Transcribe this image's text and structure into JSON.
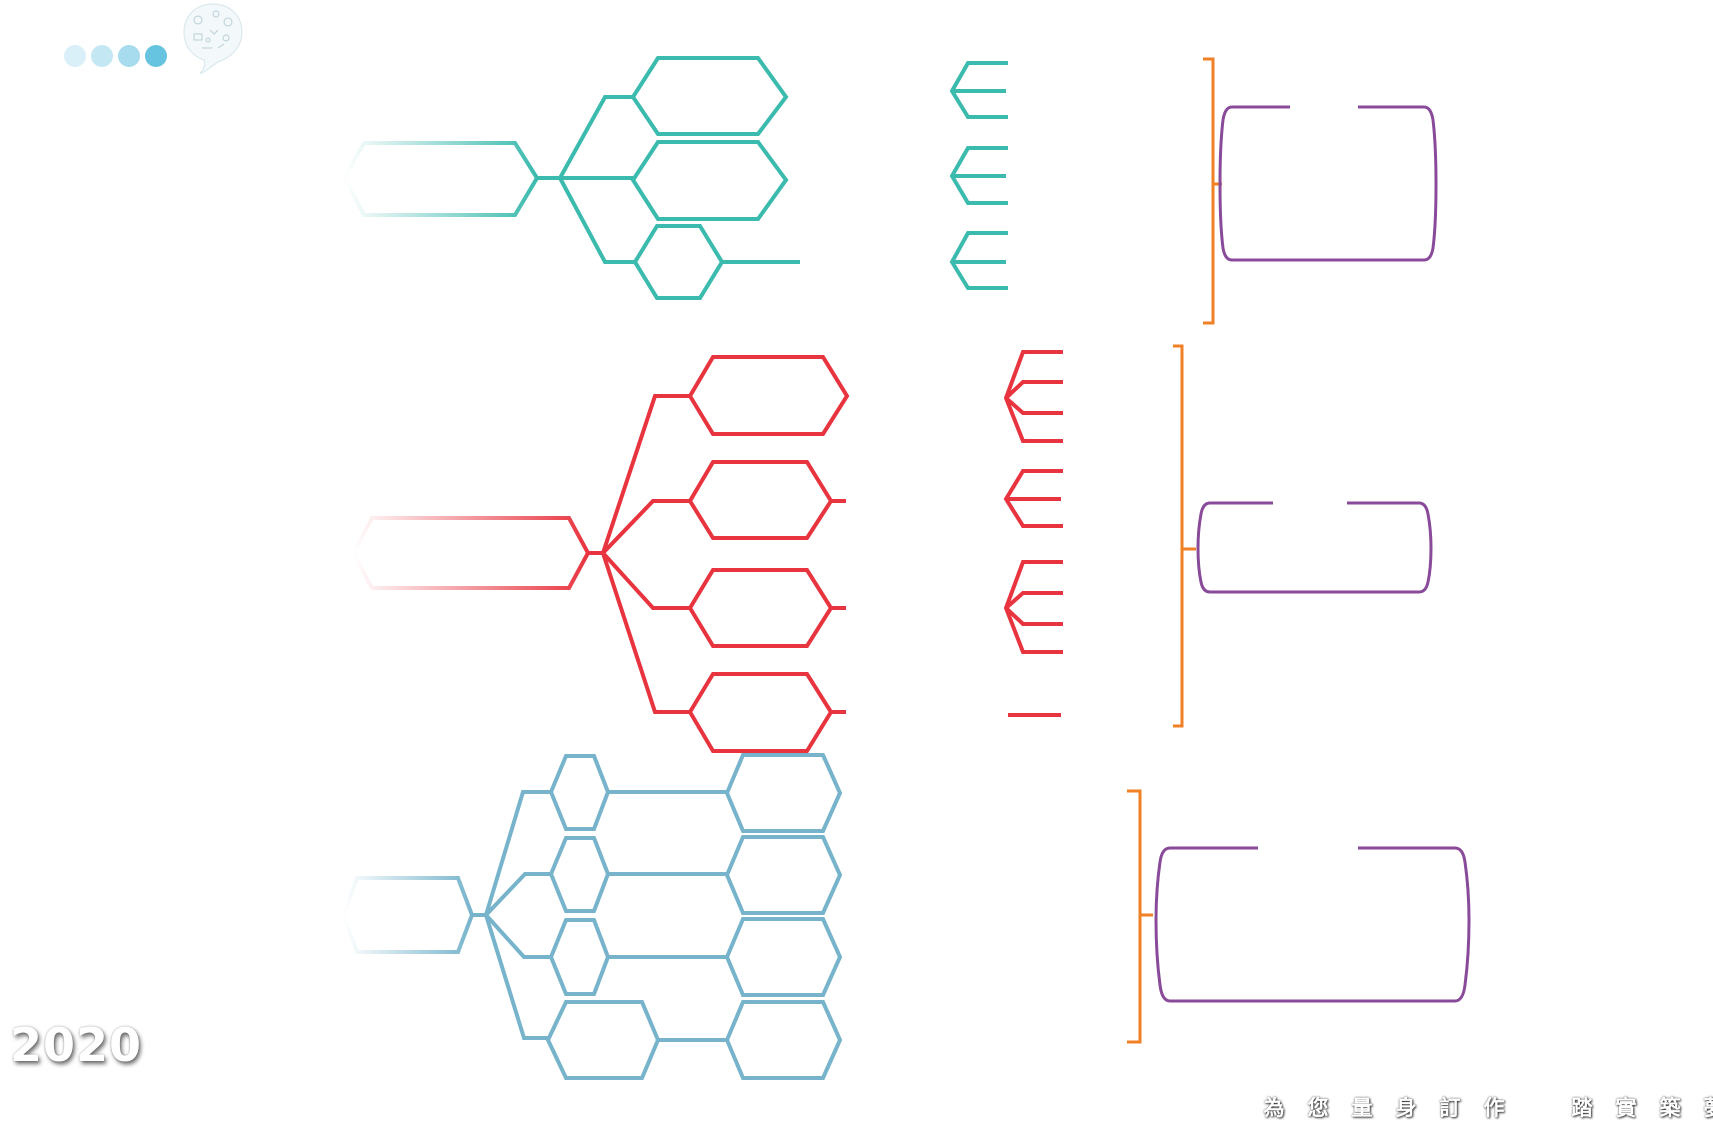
{
  "header": {
    "progress_dots": {
      "total": 4,
      "current": 4,
      "colors": [
        "#d9f0f8",
        "#c3e8f3",
        "#a6dcee",
        "#66c4e0"
      ]
    },
    "logo_icon": "doodle-speech-bubble-icon"
  },
  "colors": {
    "teal": "#3bbaae",
    "red": "#e8343f",
    "blue": "#77b4cc",
    "orange": "#f08024",
    "purple": "#8a4a9a"
  },
  "diagram": {
    "sections": [
      {
        "id": "teal-group",
        "color_key": "teal",
        "branches": 3,
        "arrow_groups": [
          3,
          3,
          3
        ]
      },
      {
        "id": "red-group",
        "color_key": "red",
        "branches": 4,
        "arrow_groups": [
          4,
          3,
          4,
          1
        ]
      },
      {
        "id": "blue-group",
        "color_key": "blue",
        "branches": 4,
        "arrow_groups": []
      }
    ]
  },
  "footer": {
    "year": "2020",
    "slogan_part1": [
      "為",
      "您",
      "量",
      "身",
      "訂",
      "作"
    ],
    "slogan_part2": [
      "踏",
      "實",
      "築",
      "夢"
    ]
  }
}
